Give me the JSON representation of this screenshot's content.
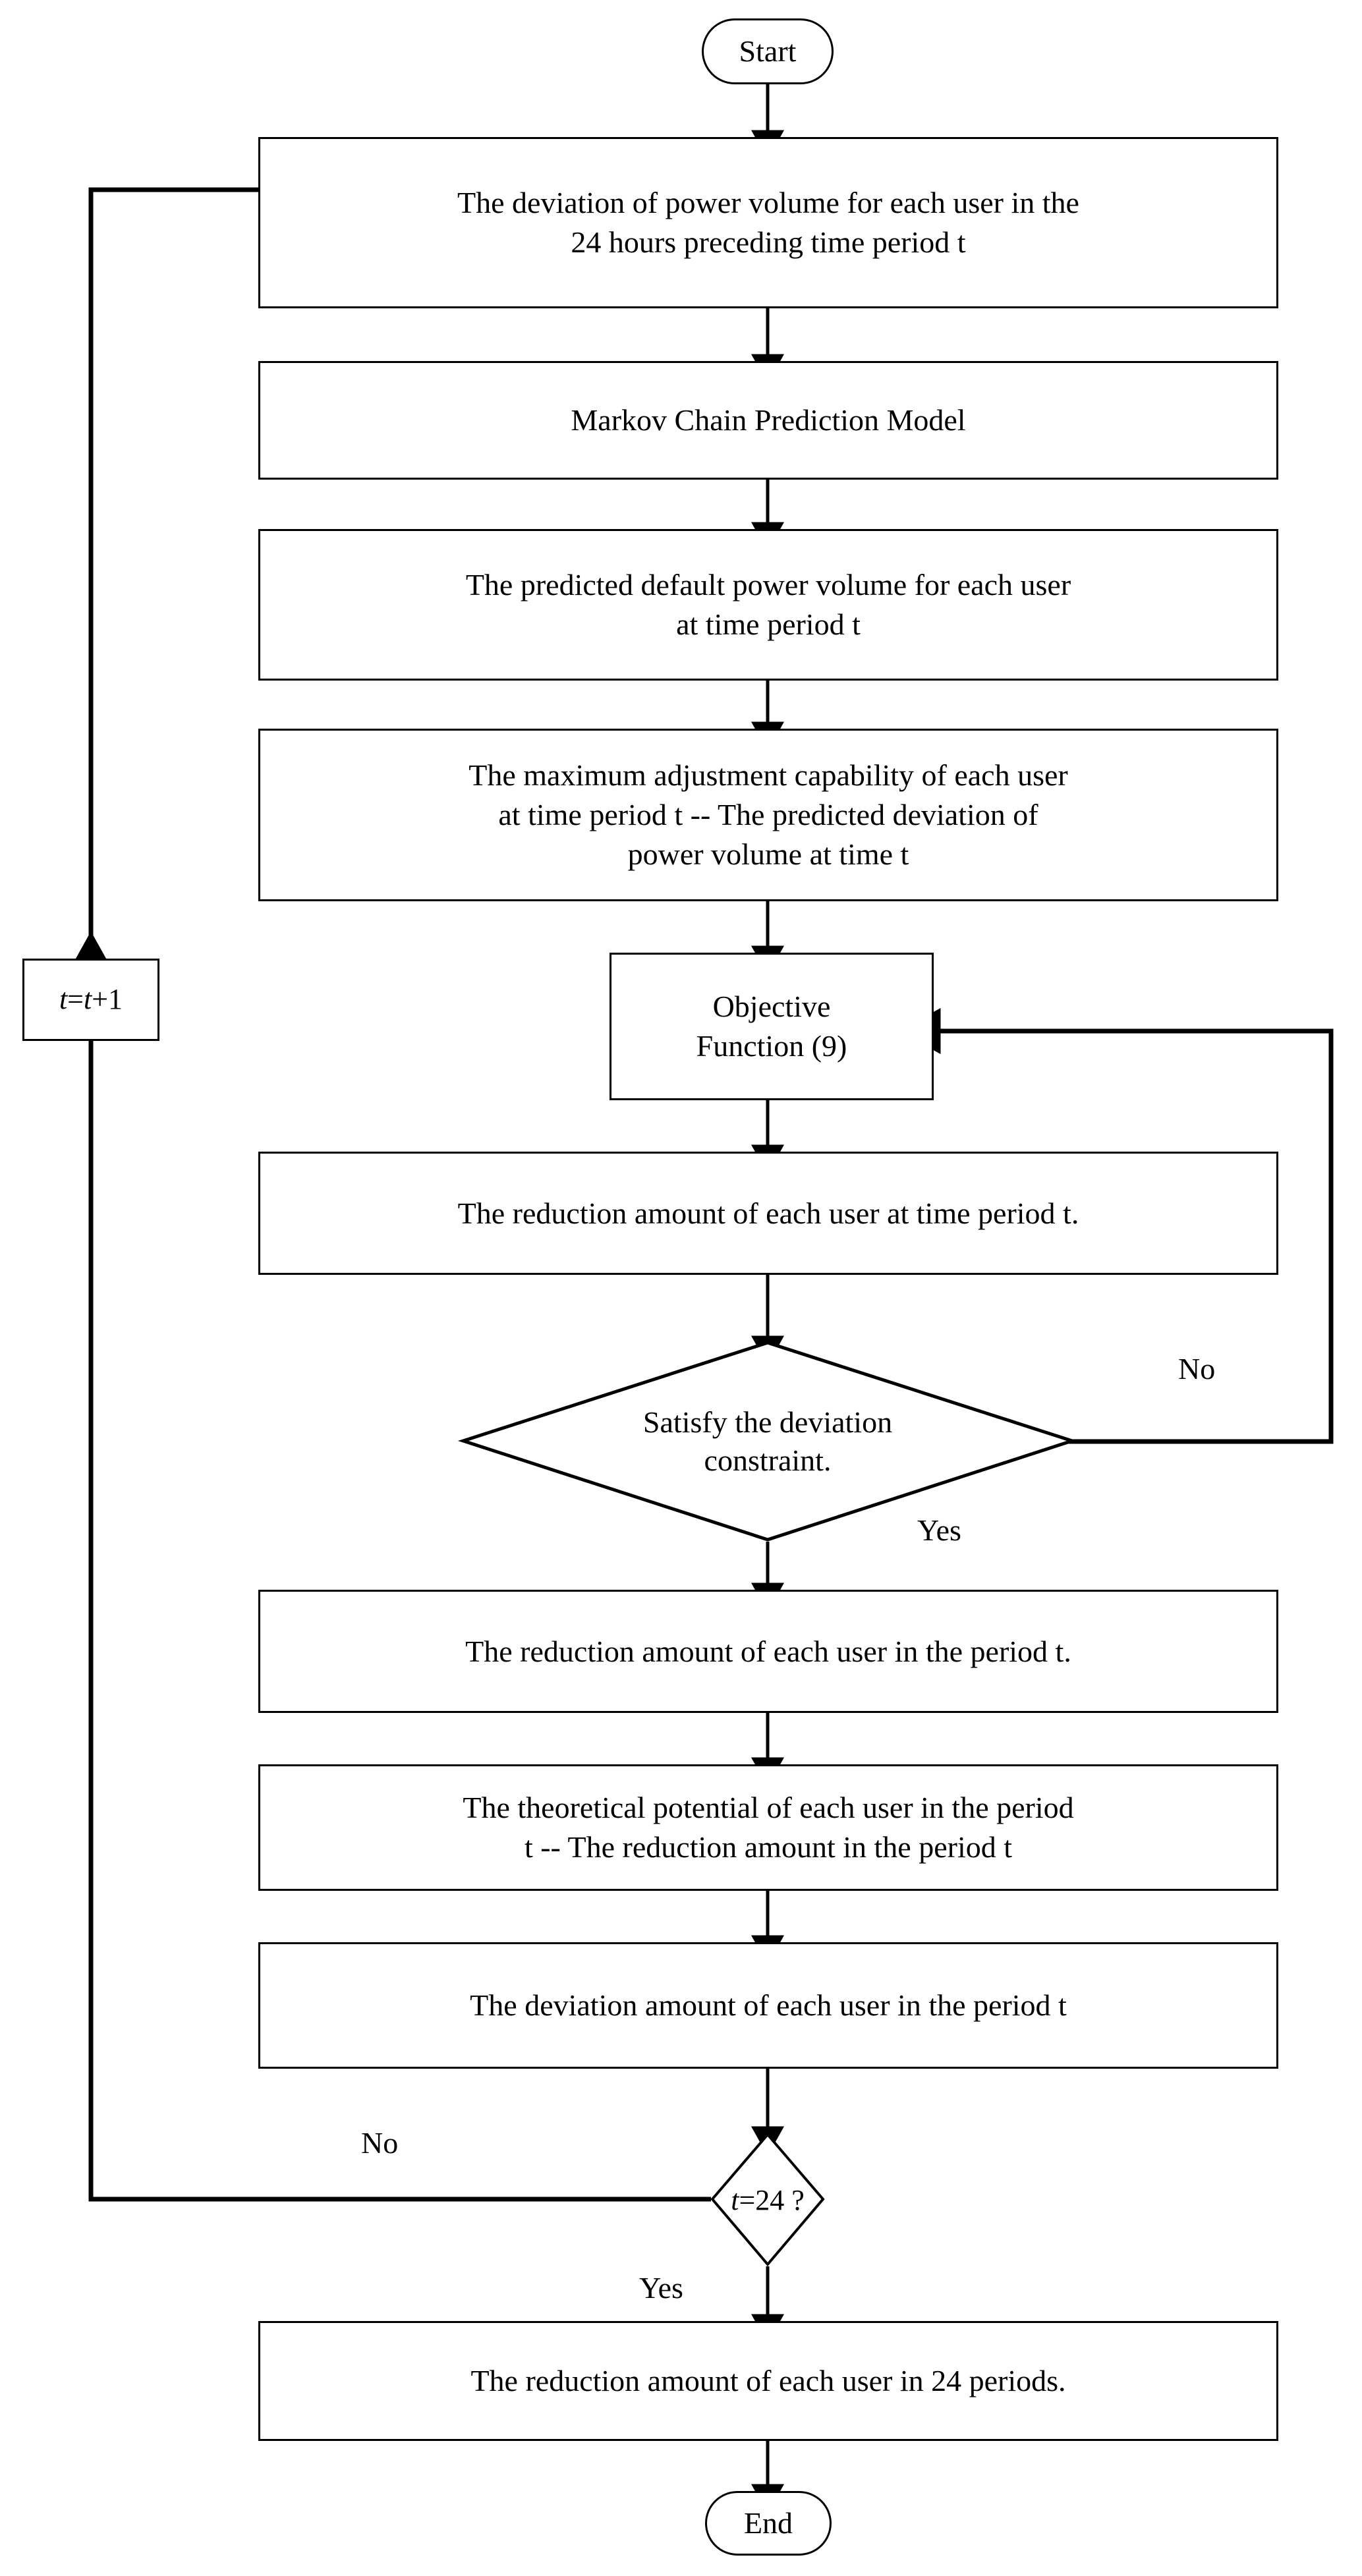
{
  "diagram": {
    "type": "flowchart",
    "title": "Demand response reduction potential calculation flowchart",
    "orientation": "top-to-bottom",
    "stroke_color": "#000000",
    "background_color": "#ffffff"
  },
  "nodes": {
    "start": {
      "label": "Start",
      "shape": "terminator"
    },
    "box1": {
      "line1": "The deviation of power volume for each user in the",
      "line2": "24 hours preceding time period t",
      "shape": "process"
    },
    "box2": {
      "line1": "Markov Chain Prediction Model",
      "shape": "process"
    },
    "box3": {
      "line1": "The predicted default power volume for each user",
      "line2": "at time period t",
      "shape": "process"
    },
    "box4": {
      "line1": "The maximum adjustment capability of each user",
      "line2": "at time period t -- The predicted deviation of",
      "line3": "power volume at time t",
      "shape": "process"
    },
    "increment": {
      "label_pre": "t",
      "label_mid": "=",
      "label_var": "t",
      "label_post": "+1",
      "shape": "process"
    },
    "objective": {
      "line1": "Objective",
      "line2": "Function (9)",
      "shape": "process"
    },
    "box6": {
      "line1": "The reduction amount of each user at time period t.",
      "shape": "process"
    },
    "decision1": {
      "line1": "Satisfy the deviation",
      "line2": "constraint.",
      "shape": "decision"
    },
    "box7": {
      "line1": "The reduction amount of each user in the period t.",
      "shape": "process"
    },
    "box8": {
      "line1": "The theoretical potential of each user in the period",
      "line2": "t -- The reduction amount in the period t",
      "shape": "process"
    },
    "box9": {
      "line1": "The deviation amount of each user in the period t",
      "shape": "process"
    },
    "decision2": {
      "label_var": "t",
      "label_rest": "=24 ?",
      "shape": "decision"
    },
    "box10": {
      "line1": "The reduction amount of each user in 24 periods.",
      "shape": "process"
    },
    "end": {
      "label": "End",
      "shape": "terminator"
    }
  },
  "edge_labels": {
    "decision1_no": "No",
    "decision1_yes": "Yes",
    "decision2_no": "No",
    "decision2_yes": "Yes"
  }
}
